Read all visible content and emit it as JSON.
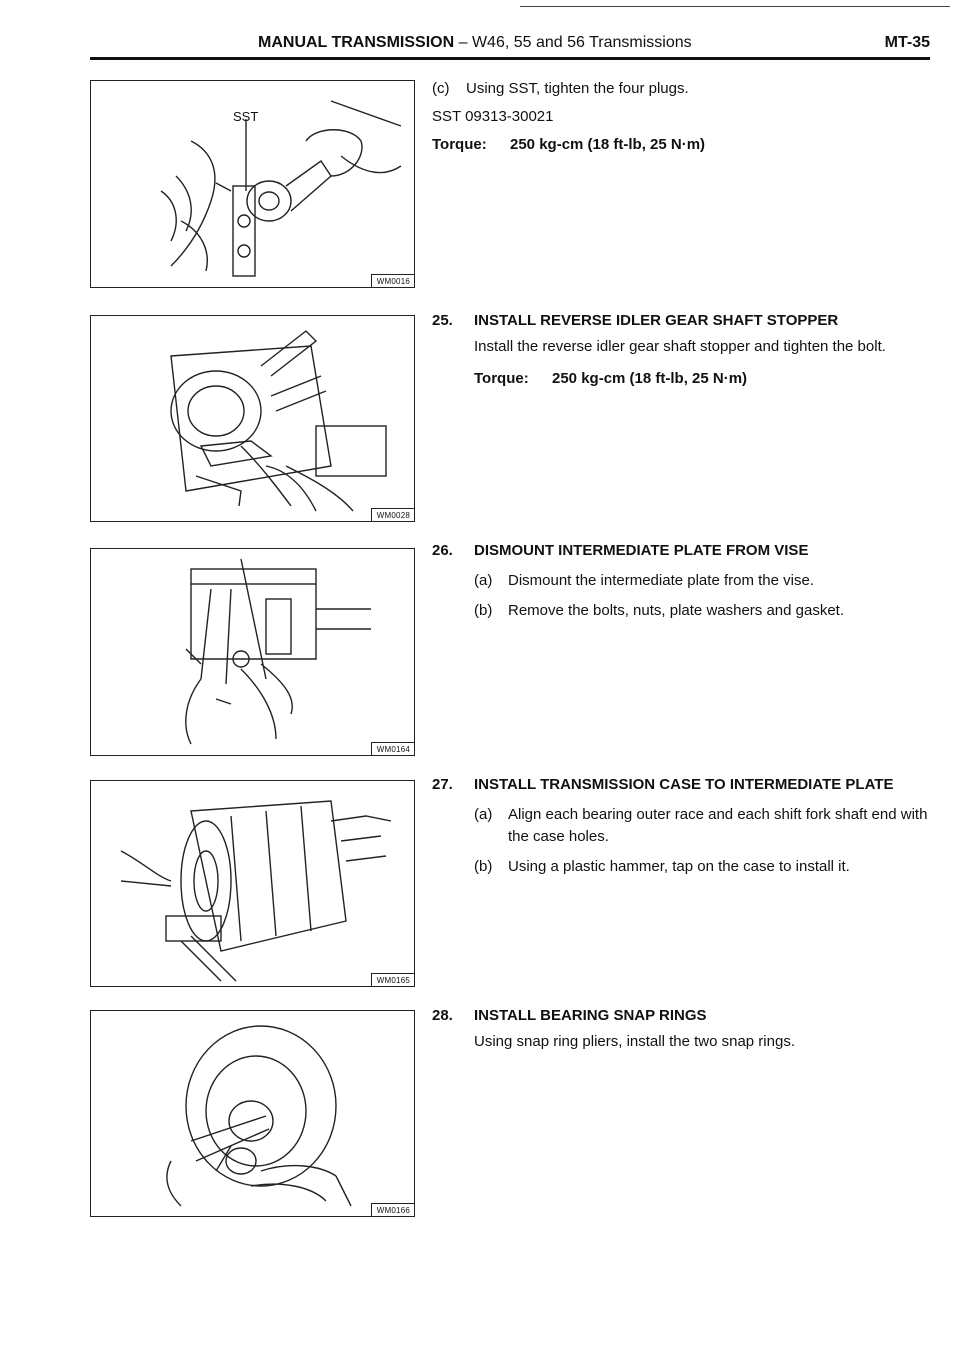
{
  "header": {
    "title_bold": "MANUAL TRANSMISSION",
    "title_rest": " – W46, 55 and 56 Transmissions",
    "page_number": "MT-35"
  },
  "figures": [
    {
      "code": "WM0016",
      "label": "SST"
    },
    {
      "code": "WM0028"
    },
    {
      "code": "WM0164"
    },
    {
      "code": "WM0165"
    },
    {
      "code": "WM0166"
    }
  ],
  "step_c": {
    "label": "(c)",
    "text": "Using SST, tighten the four plugs.",
    "sst": "SST 09313-30021",
    "torque_label": "Torque:",
    "torque_value": "250 kg-cm (18 ft-lb, 25 N·m)"
  },
  "step25": {
    "num": "25.",
    "title": "INSTALL REVERSE IDLER GEAR SHAFT STOPPER",
    "text": "Install the reverse idler gear shaft stopper and tighten the bolt.",
    "torque_label": "Torque:",
    "torque_value": "250 kg-cm (18 ft-lb, 25 N·m)"
  },
  "step26": {
    "num": "26.",
    "title": "DISMOUNT INTERMEDIATE PLATE FROM VISE",
    "a_label": "(a)",
    "a_text": "Dismount the intermediate plate from the vise.",
    "b_label": "(b)",
    "b_text": "Remove the bolts, nuts, plate washers and gasket."
  },
  "step27": {
    "num": "27.",
    "title": "INSTALL TRANSMISSION CASE TO INTERMEDIATE PLATE",
    "a_label": "(a)",
    "a_text": "Align each bearing outer race and each shift fork shaft end with the case holes.",
    "b_label": "(b)",
    "b_text": "Using a plastic hammer, tap on the case to install it."
  },
  "step28": {
    "num": "28.",
    "title": "INSTALL BEARING SNAP RINGS",
    "text": "Using snap ring pliers, install the two snap rings."
  }
}
